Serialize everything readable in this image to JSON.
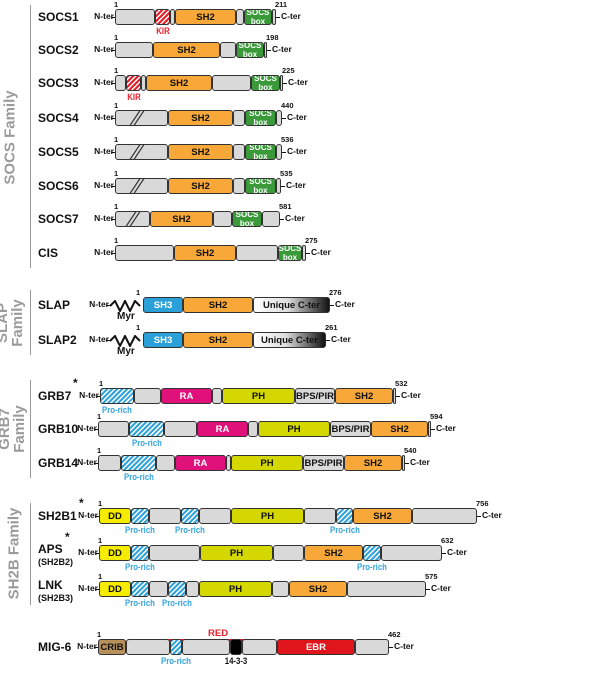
{
  "families": [
    {
      "label": "SOCS Family"
    },
    {
      "label": "SLAP Family"
    },
    {
      "label": "GRB7 Family"
    },
    {
      "label": "SH2B Family"
    }
  ],
  "n_ter": "N-ter",
  "c_ter": "C-ter",
  "start": "1",
  "myr": "Myr",
  "star": "*",
  "red_label": "RED",
  "domain_colors": {
    "grey": "#d9d9d9",
    "sh2": "#f7a838",
    "socs": "#3a9a3a",
    "kir": "#e8202a",
    "sh3": "#2a9fd8",
    "pro": "#33a3dc",
    "ra": "#e0117a",
    "ph": "#d4d800",
    "bps": "#d9d9d9",
    "dd": "#f5ec00",
    "crib": "#b8915a",
    "ebr": "#e0141b",
    "black": "#000000"
  },
  "proteins": [
    {
      "name": "SOCS1",
      "length": "211",
      "segments": [
        {
          "t": "grey"
        },
        {
          "t": "kir",
          "below": "KIR"
        },
        {
          "t": "grey"
        },
        {
          "t": "sh2",
          "label": "SH2"
        },
        {
          "t": "grey"
        },
        {
          "t": "socs",
          "label": "SOCS box"
        },
        {
          "t": "grey"
        }
      ]
    },
    {
      "name": "SOCS2",
      "length": "198",
      "segments": [
        {
          "t": "grey"
        },
        {
          "t": "sh2",
          "label": "SH2"
        },
        {
          "t": "grey"
        },
        {
          "t": "socs",
          "label": "SOCS box"
        },
        {
          "t": "grey"
        }
      ]
    },
    {
      "name": "SOCS3",
      "length": "225",
      "segments": [
        {
          "t": "grey"
        },
        {
          "t": "kir",
          "below": "KIR"
        },
        {
          "t": "grey"
        },
        {
          "t": "sh2",
          "label": "SH2"
        },
        {
          "t": "grey"
        },
        {
          "t": "socs",
          "label": "SOCS box"
        },
        {
          "t": "grey"
        }
      ]
    },
    {
      "name": "SOCS4",
      "length": "440",
      "segments": [
        {
          "t": "grey",
          "slash": true
        },
        {
          "t": "sh2",
          "label": "SH2"
        },
        {
          "t": "grey"
        },
        {
          "t": "socs",
          "label": "SOCS box"
        },
        {
          "t": "grey"
        }
      ]
    },
    {
      "name": "SOCS5",
      "length": "536",
      "segments": [
        {
          "t": "grey",
          "slash": true
        },
        {
          "t": "sh2",
          "label": "SH2"
        },
        {
          "t": "grey"
        },
        {
          "t": "socs",
          "label": "SOCS box"
        },
        {
          "t": "grey"
        }
      ]
    },
    {
      "name": "SOCS6",
      "length": "535",
      "segments": [
        {
          "t": "grey",
          "slash": true
        },
        {
          "t": "sh2",
          "label": "SH2"
        },
        {
          "t": "grey"
        },
        {
          "t": "socs",
          "label": "SOCS box"
        },
        {
          "t": "grey"
        }
      ]
    },
    {
      "name": "SOCS7",
      "length": "581",
      "segments": [
        {
          "t": "grey",
          "slash": true
        },
        {
          "t": "sh2",
          "label": "SH2"
        },
        {
          "t": "grey"
        },
        {
          "t": "socs",
          "label": "SOCS box"
        },
        {
          "t": "grey"
        }
      ]
    },
    {
      "name": "CIS",
      "length": "275",
      "segments": [
        {
          "t": "grey"
        },
        {
          "t": "sh2",
          "label": "SH2"
        },
        {
          "t": "grey"
        },
        {
          "t": "socs",
          "label": "SOCS box"
        },
        {
          "t": "grey"
        }
      ]
    },
    {
      "name": "SLAP",
      "length": "276",
      "myr": true,
      "segments": [
        {
          "t": "sh3",
          "label": "SH3"
        },
        {
          "t": "sh2",
          "label": "SH2"
        },
        {
          "t": "unique",
          "label": "Unique C-ter"
        }
      ]
    },
    {
      "name": "SLAP2",
      "length": "261",
      "myr": true,
      "segments": [
        {
          "t": "sh3",
          "label": "SH3"
        },
        {
          "t": "sh2",
          "label": "SH2"
        },
        {
          "t": "unique",
          "label": "Unique C-ter"
        }
      ]
    },
    {
      "name": "GRB7",
      "star": true,
      "length": "532",
      "segments": [
        {
          "t": "pro",
          "below": "Pro-rich"
        },
        {
          "t": "grey"
        },
        {
          "t": "ra",
          "label": "RA"
        },
        {
          "t": "grey"
        },
        {
          "t": "ph",
          "label": "PH"
        },
        {
          "t": "bps",
          "label": "BPS/PIR"
        },
        {
          "t": "sh2",
          "label": "SH2"
        },
        {
          "t": "grey"
        }
      ]
    },
    {
      "name": "GRB10",
      "length": "594",
      "segments": [
        {
          "t": "grey"
        },
        {
          "t": "pro",
          "below": "Pro-rich"
        },
        {
          "t": "grey"
        },
        {
          "t": "ra",
          "label": "RA"
        },
        {
          "t": "grey"
        },
        {
          "t": "ph",
          "label": "PH"
        },
        {
          "t": "bps",
          "label": "BPS/PIR"
        },
        {
          "t": "sh2",
          "label": "SH2"
        },
        {
          "t": "grey"
        }
      ]
    },
    {
      "name": "GRB14",
      "length": "540",
      "segments": [
        {
          "t": "grey"
        },
        {
          "t": "pro",
          "below": "Pro-rich"
        },
        {
          "t": "grey"
        },
        {
          "t": "ra",
          "label": "RA"
        },
        {
          "t": "grey"
        },
        {
          "t": "ph",
          "label": "PH"
        },
        {
          "t": "bps",
          "label": "BPS/PIR"
        },
        {
          "t": "sh2",
          "label": "SH2"
        },
        {
          "t": "grey"
        }
      ]
    },
    {
      "name": "SH2B1",
      "star": true,
      "length": "756",
      "segments": [
        {
          "t": "dd",
          "label": "DD"
        },
        {
          "t": "pro",
          "below": "Pro-rich"
        },
        {
          "t": "grey"
        },
        {
          "t": "pro",
          "below": "Pro-rich"
        },
        {
          "t": "grey"
        },
        {
          "t": "ph",
          "label": "PH"
        },
        {
          "t": "grey"
        },
        {
          "t": "pro",
          "below": "Pro-rich"
        },
        {
          "t": "sh2",
          "label": "SH2"
        },
        {
          "t": "grey"
        }
      ]
    },
    {
      "name": "APS",
      "star": true,
      "sub": "(SH2B2)",
      "length": "632",
      "segments": [
        {
          "t": "dd",
          "label": "DD"
        },
        {
          "t": "pro",
          "below": "Pro-rich"
        },
        {
          "t": "grey"
        },
        {
          "t": "ph",
          "label": "PH"
        },
        {
          "t": "grey"
        },
        {
          "t": "sh2",
          "label": "SH2"
        },
        {
          "t": "pro",
          "below": "Pro-rich"
        },
        {
          "t": "grey"
        }
      ]
    },
    {
      "name": "LNK",
      "sub": "(SH2B3)",
      "length": "575",
      "segments": [
        {
          "t": "dd",
          "label": "DD"
        },
        {
          "t": "pro",
          "below": "Pro-rich"
        },
        {
          "t": "grey"
        },
        {
          "t": "pro",
          "below": "Pro-rich"
        },
        {
          "t": "grey"
        },
        {
          "t": "ph",
          "label": "PH"
        },
        {
          "t": "grey"
        },
        {
          "t": "sh2",
          "label": "SH2"
        },
        {
          "t": "grey"
        }
      ]
    },
    {
      "name": "MIG-6",
      "length": "462",
      "segments": [
        {
          "t": "crib",
          "label": "CRIB"
        },
        {
          "t": "grey"
        },
        {
          "t": "pro",
          "below": "Pro-rich"
        },
        {
          "t": "grey"
        },
        {
          "t": "black",
          "below": "14-3-3"
        },
        {
          "t": "grey"
        },
        {
          "t": "ebr",
          "label": "EBR"
        },
        {
          "t": "grey"
        }
      ]
    }
  ]
}
